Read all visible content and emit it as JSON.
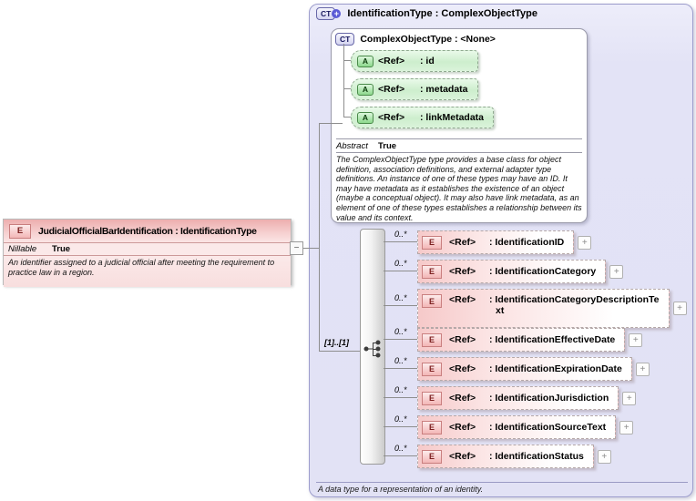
{
  "ui": {
    "ct_icon_label": "CT",
    "plus_glyph": "+",
    "collapse_glyph": "−",
    "expand_glyph": "+"
  },
  "outer": {
    "title": "IdentificationType : ComplexObjectType",
    "footer": "A data type for a representation of an identity."
  },
  "base_type": {
    "icon_label": "CT",
    "title": "ComplexObjectType : <None>",
    "abstract_label": "Abstract",
    "abstract_value": "True",
    "description": "The ComplexObjectType type provides a base class for object definition, association definitions, and external adapter type definitions. An instance of one of these types may have an ID. It may have metadata as it establishes the existence of an object (maybe a conceptual object). It may also have link metadata, as an element of one of these types establishes a relationship between its value and its context.",
    "attributes": [
      {
        "icon_label": "A",
        "ref": "<Ref>",
        "name": ": id"
      },
      {
        "icon_label": "A",
        "ref": "<Ref>",
        "name": ": metadata"
      },
      {
        "icon_label": "A",
        "ref": "<Ref>",
        "name": ": linkMetadata"
      }
    ]
  },
  "element_node": {
    "icon_label": "E",
    "title": "JudicialOfficialBarIdentification : IdentificationType",
    "nillable_label": "Nillable",
    "nillable_value": "True",
    "description": "An identifier assigned to a judicial official after meeting the requirement to practice law in a region."
  },
  "connector": {
    "multiplicity": "[1]..[1]"
  },
  "children": [
    {
      "occurrence": "0..*",
      "icon_label": "E",
      "ref": "<Ref>",
      "name_lines": [
        ": IdentificationID"
      ]
    },
    {
      "occurrence": "0..*",
      "icon_label": "E",
      "ref": "<Ref>",
      "name_lines": [
        ": IdentificationCategory"
      ]
    },
    {
      "occurrence": "0..*",
      "icon_label": "E",
      "ref": "<Ref>",
      "name_lines": [
        ": IdentificationCategoryDescriptionTe",
        "xt"
      ]
    },
    {
      "occurrence": "0..*",
      "icon_label": "E",
      "ref": "<Ref>",
      "name_lines": [
        ": IdentificationEffectiveDate"
      ]
    },
    {
      "occurrence": "0..*",
      "icon_label": "E",
      "ref": "<Ref>",
      "name_lines": [
        ": IdentificationExpirationDate"
      ]
    },
    {
      "occurrence": "0..*",
      "icon_label": "E",
      "ref": "<Ref>",
      "name_lines": [
        ": IdentificationJurisdiction"
      ]
    },
    {
      "occurrence": "0..*",
      "icon_label": "E",
      "ref": "<Ref>",
      "name_lines": [
        ": IdentificationSourceText"
      ]
    },
    {
      "occurrence": "0..*",
      "icon_label": "E",
      "ref": "<Ref>",
      "name_lines": [
        ": IdentificationStatus"
      ]
    }
  ],
  "colors": {
    "outer_fill": "#e4e4f7",
    "outer_border": "#9c9ccc",
    "element_pink": "#f6c9c9",
    "attribute_green": "#cdeecd",
    "type_lavender": "#dcdcf4",
    "ct_plus_circle": "#5b5bd6"
  }
}
